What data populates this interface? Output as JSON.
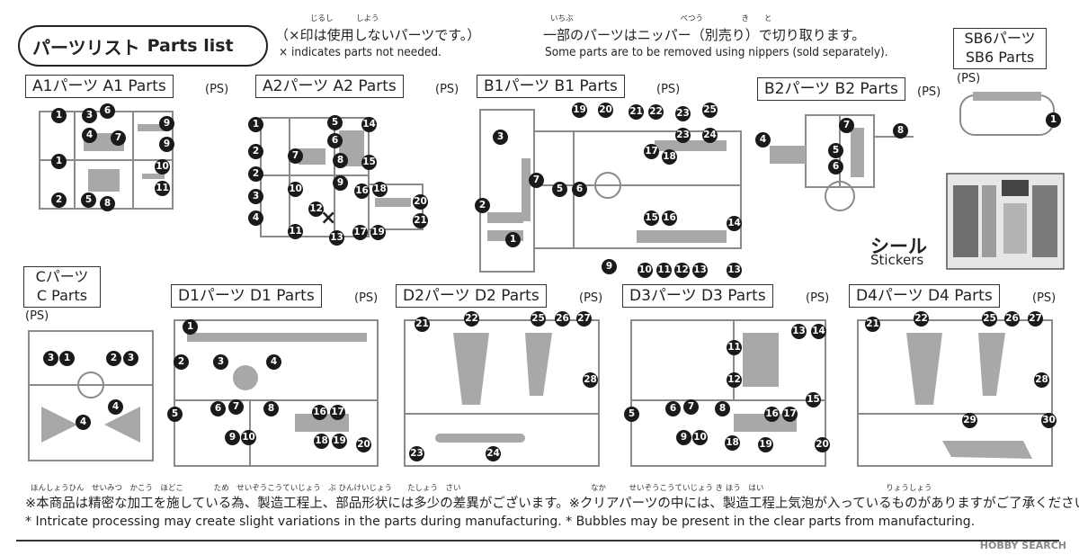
{
  "header": {
    "title_jp": "パーツリスト",
    "title_en": "Parts list",
    "note1_ruby": "じるし　　　しよう",
    "note1_jp": "（×印は使用しないパーツです。）",
    "note1_en": "× indicates parts not needed.",
    "note2_ruby": "いちぶ　　　　　　　　　　　　　　べつう　　　　　き　　と",
    "note2_jp": "一部のパーツはニッパー（別売り）で切り取ります。",
    "note2_en": "Some parts are to be removed using nippers (sold separately)."
  },
  "sections": {
    "a1": {
      "label": "A1パーツ A1 Parts",
      "material": "(PS)"
    },
    "a2": {
      "label": "A2パーツ A2 Parts",
      "material": "(PS)"
    },
    "b1": {
      "label": "B1パーツ B1 Parts",
      "material": "(PS)"
    },
    "b2": {
      "label": "B2パーツ B2 Parts",
      "material": "(PS)"
    },
    "sb6": {
      "label_jp": "SB6パーツ",
      "label_en": "SB6 Parts",
      "material": "(PS)"
    },
    "c": {
      "label_jp": "Cパーツ",
      "label_en": "C Parts",
      "material": "(PS)"
    },
    "d1": {
      "label": "D1パーツ D1 Parts",
      "material": "(PS)"
    },
    "d2": {
      "label": "D2パーツ D2 Parts",
      "material": "(PS)"
    },
    "d3": {
      "label": "D3パーツ D3 Parts",
      "material": "(PS)"
    },
    "d4": {
      "label": "D4パーツ D4 Parts",
      "material": "(PS)"
    }
  },
  "stickers": {
    "label_jp": "シール",
    "label_en": "Stickers"
  },
  "excluded_mark": "×",
  "footer": {
    "ruby": "ほんしょうひん　せいみつ　かこう　ほどこ　　　　ため　せいぞうこうていじょう　ぶ ひんけいじょう　　たしょう　さい　　　　　　　　　　　　　　　　　なか　　　せいぞうこうていじょう き ほう　はい　　　　　　　　　　　　　　　　りょうしょう",
    "note_jp": "※本商品は精密な加工を施している為、製造工程上、部品形状には多少の差異がございます。※クリアパーツの中には、製造工程上気泡が入っているものがありますがご了承ください。",
    "note_en": "* Intricate processing may create slight variations in the parts during manufacturing.  * Bubbles may be present in the clear parts from manufacturing."
  },
  "watermark": "HOBBY SEARCH",
  "colors": {
    "ink": "#1a1a1a",
    "frame": "#8a8a8a",
    "part": "#a8a8a8"
  }
}
